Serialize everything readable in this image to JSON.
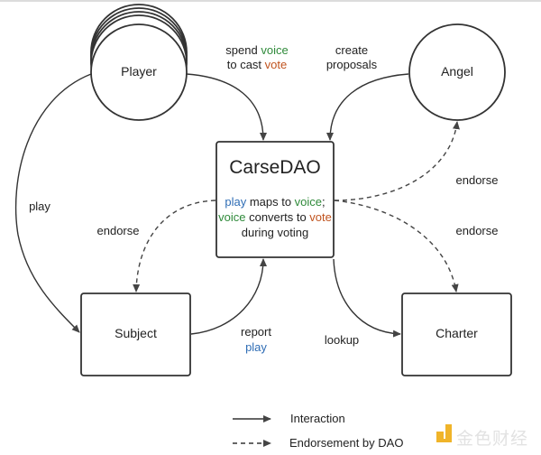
{
  "nodes": {
    "player": "Player",
    "angel": "Angel",
    "dao_title": "CarseDAO",
    "subject": "Subject",
    "charter": "Charter"
  },
  "dao_description": {
    "line1": {
      "kw1": "play",
      "text1": " maps to ",
      "kw2": "voice",
      "text2": ";"
    },
    "line2": {
      "kw1": "voice",
      "text1": " converts to ",
      "kw2": "vote"
    },
    "line3": "during voting"
  },
  "edge_labels": {
    "spend_voice": {
      "a": "spend ",
      "kw": "voice"
    },
    "cast_vote": {
      "a": "to cast ",
      "kw": "vote"
    },
    "create": "create",
    "proposals": "proposals",
    "play": "play",
    "endorse_subject": "endorse",
    "endorse_angel": "endorse",
    "endorse_charter": "endorse",
    "report": "report",
    "report_play": "play",
    "lookup": "lookup"
  },
  "legend": {
    "interaction": "Interaction",
    "endorsement": "Endorsement by DAO"
  },
  "watermark": "金色财经",
  "colors": {
    "play": "#2f6db5",
    "voice": "#2f8a3a",
    "vote": "#c0531e",
    "stroke": "#333333",
    "watermark_logo": "#f0b429"
  }
}
